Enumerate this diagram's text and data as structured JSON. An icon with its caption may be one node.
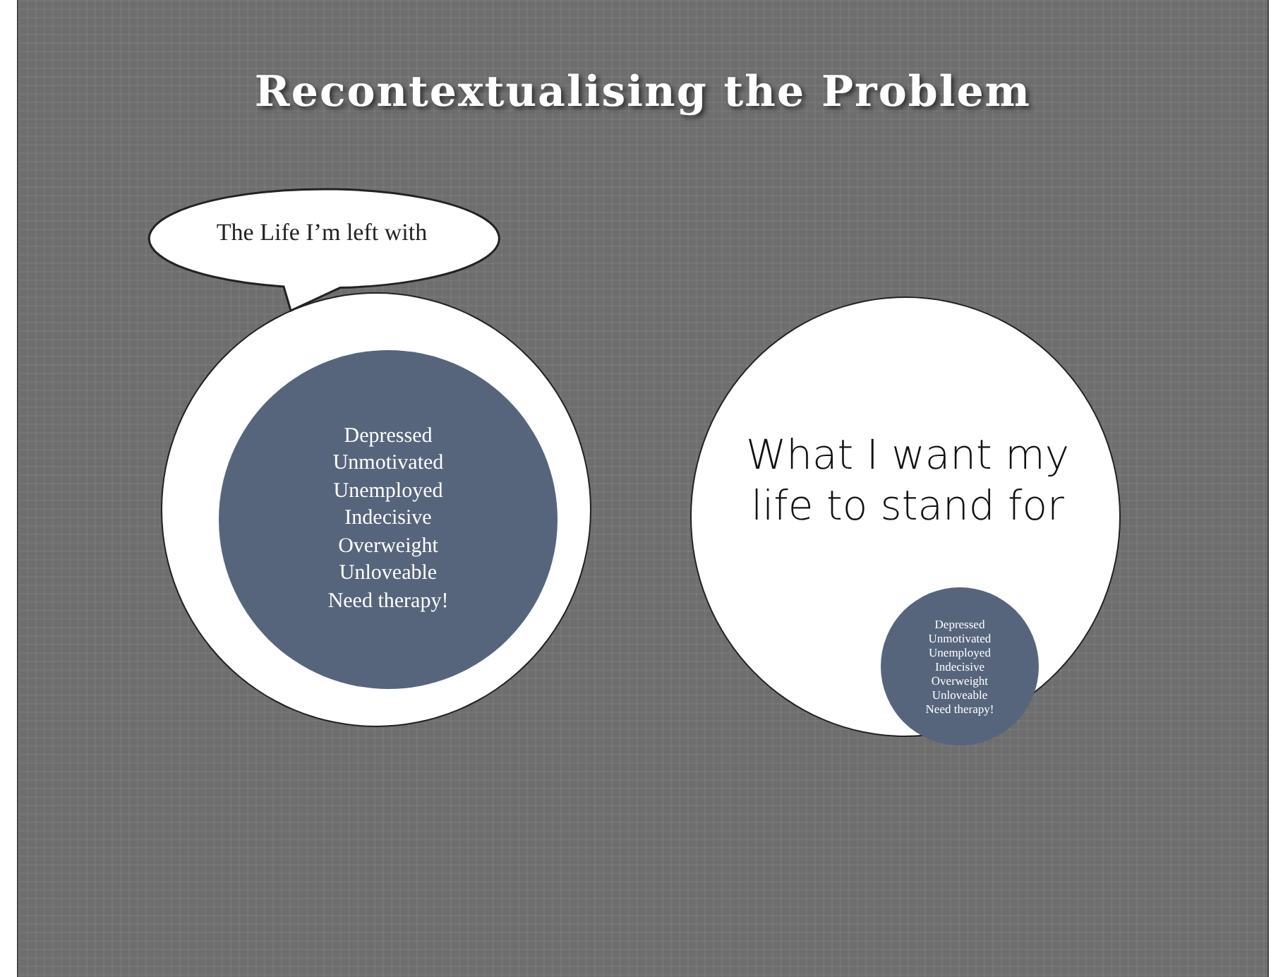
{
  "diagram": {
    "title": "Recontextualising the Problem",
    "nodes": [
      {
        "text": [
          "The Life I’m left with"
        ]
      },
      {
        "text": [],
        "shape": "circle"
      },
      {
        "text": [
          "Depressed",
          "Unmotivated",
          "Unemployed",
          "Indecisive",
          "Overweight",
          "Unloveable",
          "Need therapy!"
        ],
        "in": 1
      },
      {
        "text": [
          "What I want my life to stand for"
        ]
      },
      {
        "text": [
          "Depressed",
          "Unmotivated",
          "Unemployed",
          "Indecisive",
          "Overweight",
          "Unloveable",
          "Need therapy!"
        ],
        "in": 3
      }
    ],
    "edges": []
  }
}
